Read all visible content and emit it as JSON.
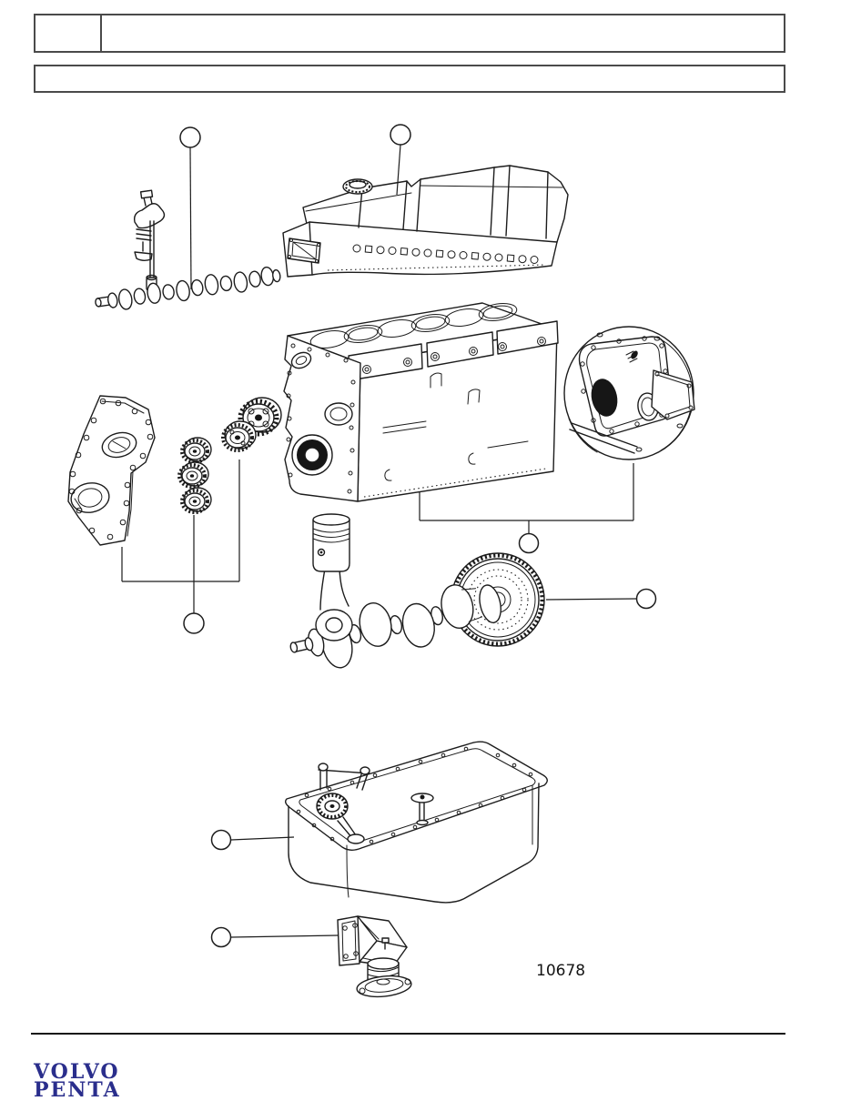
{
  "document": {
    "header": {
      "row1_small_cell": "",
      "row1_wide_cell": "",
      "row2_cell": ""
    },
    "figure": {
      "number": "10678",
      "ink_color": "#1c1c1c",
      "callout_count": 7,
      "parts": [
        "camshaft-and-rocker-arm",
        "cylinder-head-with-valve-cover",
        "engine-block",
        "flywheel-housing",
        "timing-gear-cover",
        "idler-gear-stack",
        "camshaft-gear-pair",
        "piston-connecting-rod",
        "crankshaft-with-flywheel",
        "oil-pan-with-oil-pump",
        "engine-mount-bracket"
      ]
    },
    "footer": {
      "brand_line1": "VOLVO",
      "brand_line2": "PENTA",
      "brand_color": "#2a2e8c",
      "rule_color": "#141414"
    }
  }
}
